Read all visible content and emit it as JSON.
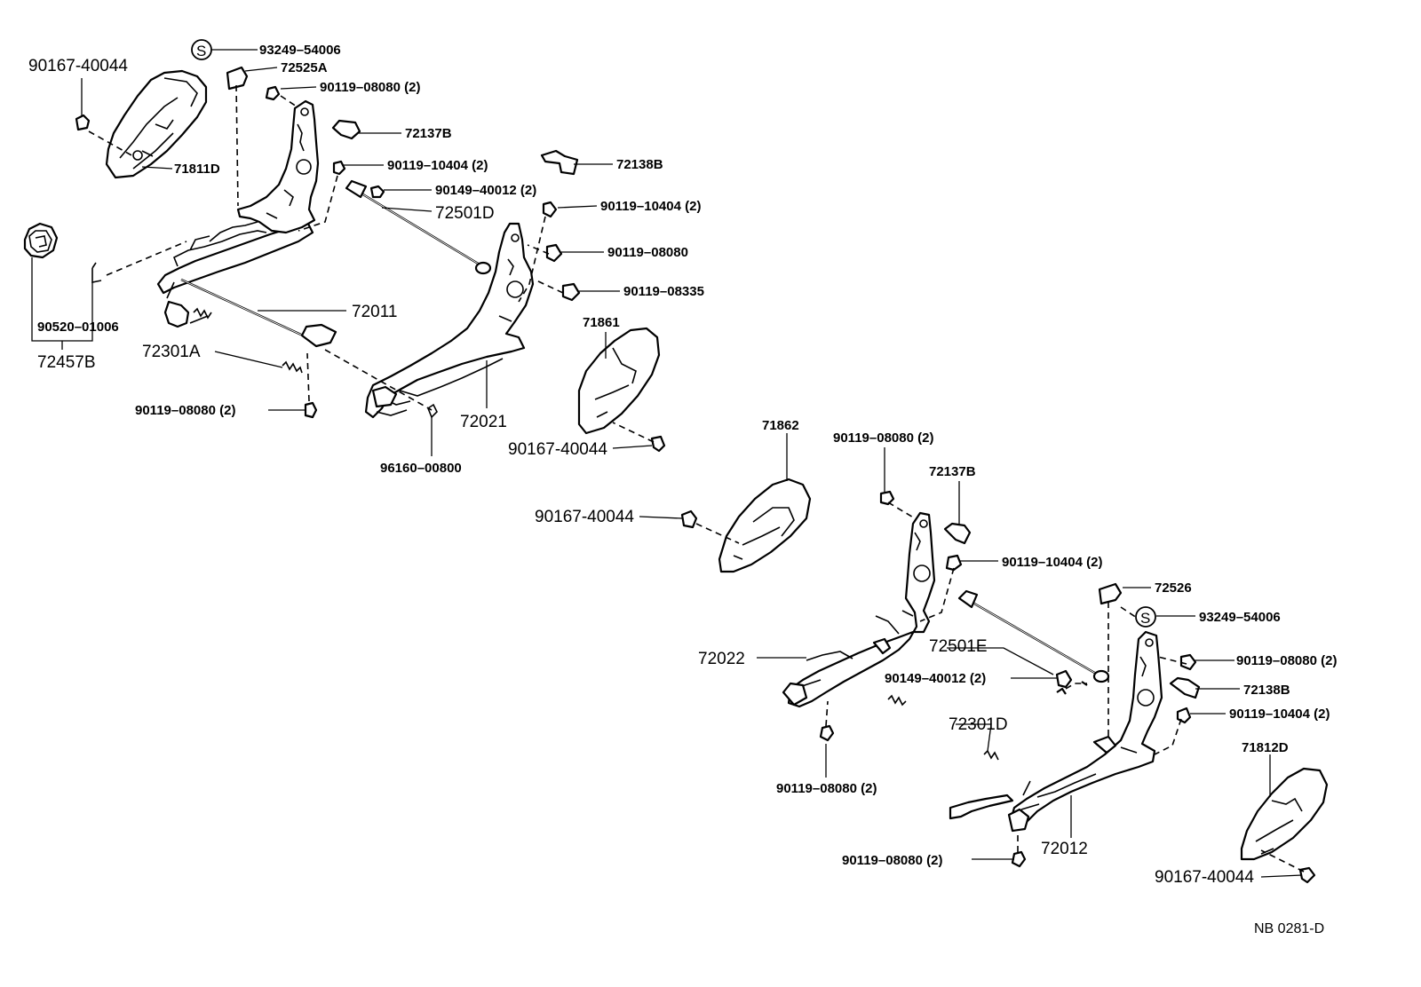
{
  "labels": {
    "l_90167_40044_a": "90167-40044",
    "l_93249_54006_a": "93249–54006",
    "l_72525a": "72525A",
    "l_90119_08080_2_a": "90119–08080 (2)",
    "l_72137b_a": "72137B",
    "l_71811d": "71811D",
    "l_90119_10404_2_a": "90119–10404 (2)",
    "l_72138b_a": "72138B",
    "l_90149_40012_2_a": "90149–40012 (2)",
    "l_72501d": "72501D",
    "l_90119_10404_2_b": "90119–10404 (2)",
    "l_90119_08080_b": "90119–08080",
    "l_90119_08335": "90119–08335",
    "l_72011": "72011",
    "l_90520_01006": "90520–01006",
    "l_72457b": "72457B",
    "l_72301a": "72301A",
    "l_71861": "71861",
    "l_72021": "72021",
    "l_90119_08080_2_c": "90119–08080 (2)",
    "l_96160_00800": "96160–00800",
    "l_90167_40044_b": "90167-40044",
    "l_71862": "71862",
    "l_90119_08080_2_d": "90119–08080 (2)",
    "l_72137b_b": "72137B",
    "l_90167_40044_c": "90167-40044",
    "l_90119_10404_2_c": "90119–10404 (2)",
    "l_72526": "72526",
    "l_93249_54006_b": "93249–54006",
    "l_72501e": "72501E",
    "l_72022": "72022",
    "l_90119_08080_2_e": "90119–08080 (2)",
    "l_90149_40012_2_b": "90149–40012 (2)",
    "l_72138b_b": "72138B",
    "l_72301d": "72301D",
    "l_90119_10404_2_d": "90119–10404 (2)",
    "l_71812d": "71812D",
    "l_90119_08080_2_f": "90119–08080 (2)",
    "l_72012": "72012",
    "l_90119_08080_2_g": "90119–08080 (2)",
    "l_90167_40044_d": "90167-40044",
    "l_s_a": "S",
    "l_s_b": "S",
    "diagram_code": "NB  0281-D"
  }
}
